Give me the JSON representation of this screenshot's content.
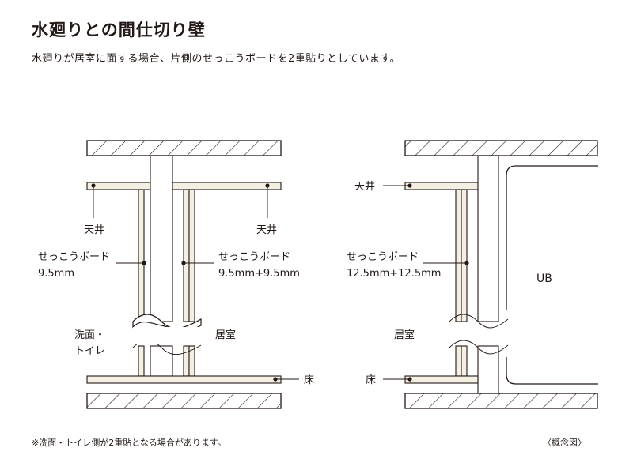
{
  "title": "水廻りとの間仕切り壁",
  "subtitle": "水廻りが居室に面する場合、片側のせっこうボードを2重貼りとしています。",
  "footnote": "※洗面・トイレ側が2重貼となる場合があります。",
  "scale_note": "〈概念図〉",
  "left_diagram": {
    "ceiling_left": "天井",
    "ceiling_right": "天井",
    "board_left_line1": "せっこうボード",
    "board_left_line2": "9.5mm",
    "board_right_line1": "せっこうボード",
    "board_right_line2": "9.5mm+9.5mm",
    "room_left_line1": "洗面・",
    "room_left_line2": "トイレ",
    "room_right": "居室",
    "floor": "床"
  },
  "right_diagram": {
    "ceiling": "天井",
    "board_line1": "せっこうボード",
    "board_line2": "12.5mm+12.5mm",
    "room": "居室",
    "unit_bath": "UB",
    "floor": "床"
  }
}
